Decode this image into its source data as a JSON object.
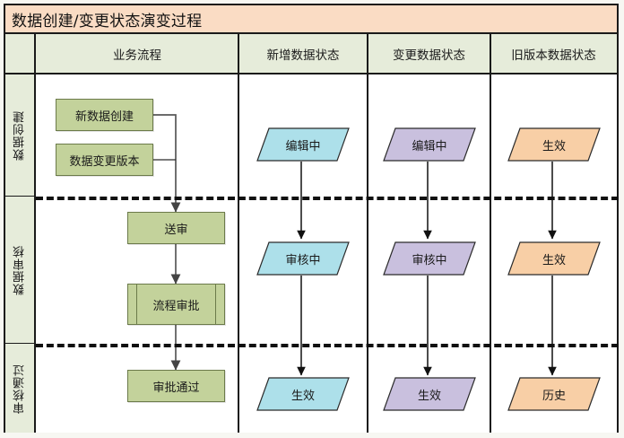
{
  "title": "数据创建/变更状态演变过程",
  "columns": [
    {
      "id": "business-flow",
      "label": "业务流程"
    },
    {
      "id": "new-data-state",
      "label": "新增数据状态"
    },
    {
      "id": "changed-data-state",
      "label": "变更数据状态"
    },
    {
      "id": "old-version-data-state",
      "label": "旧版本数据状态"
    }
  ],
  "lanes": [
    {
      "id": "data-create",
      "label": "数据创建"
    },
    {
      "id": "data-review",
      "label": "数据审核"
    },
    {
      "id": "review-passed",
      "label": "审核通过"
    }
  ],
  "process_nodes": [
    {
      "id": "new-data-create",
      "label": "新数据创建",
      "shape": "rect"
    },
    {
      "id": "data-change-version",
      "label": "数据变更版本",
      "shape": "rect"
    },
    {
      "id": "submit-review",
      "label": "送审",
      "shape": "rect"
    },
    {
      "id": "process-approval",
      "label": "流程审批",
      "shape": "predefined-process"
    },
    {
      "id": "approval-passed",
      "label": "审批通过",
      "shape": "rect"
    }
  ],
  "state_nodes": [
    {
      "id": "new-editing",
      "label": "编辑中",
      "column": "new-data-state",
      "lane": "data-create"
    },
    {
      "id": "chg-editing",
      "label": "编辑中",
      "column": "changed-data-state",
      "lane": "data-create"
    },
    {
      "id": "old-effective-1",
      "label": "生效",
      "column": "old-version-data-state",
      "lane": "data-create"
    },
    {
      "id": "new-reviewing",
      "label": "审核中",
      "column": "new-data-state",
      "lane": "data-review"
    },
    {
      "id": "chg-reviewing",
      "label": "审核中",
      "column": "changed-data-state",
      "lane": "data-review"
    },
    {
      "id": "old-effective-2",
      "label": "生效",
      "column": "old-version-data-state",
      "lane": "data-review"
    },
    {
      "id": "new-effective",
      "label": "生效",
      "column": "new-data-state",
      "lane": "review-passed"
    },
    {
      "id": "chg-effective",
      "label": "生效",
      "column": "changed-data-state",
      "lane": "review-passed"
    },
    {
      "id": "old-history",
      "label": "历史",
      "column": "old-version-data-state",
      "lane": "review-passed"
    }
  ],
  "colors": {
    "title_bar": "#fadcc4",
    "header_cell": "#e6ecda",
    "lane_label": "#e6ecda",
    "process_fill": "#c3d29b",
    "process_stroke": "#6b7a4a",
    "state_new_fill": "#ade0ea",
    "state_changed_fill": "#c9c0de",
    "state_old_fill": "#f8cfa6",
    "state_stroke": "#2b2b2b",
    "border": "#1a1a1a",
    "connector": "#555555",
    "canvas_bg": "#f7f7f2"
  }
}
